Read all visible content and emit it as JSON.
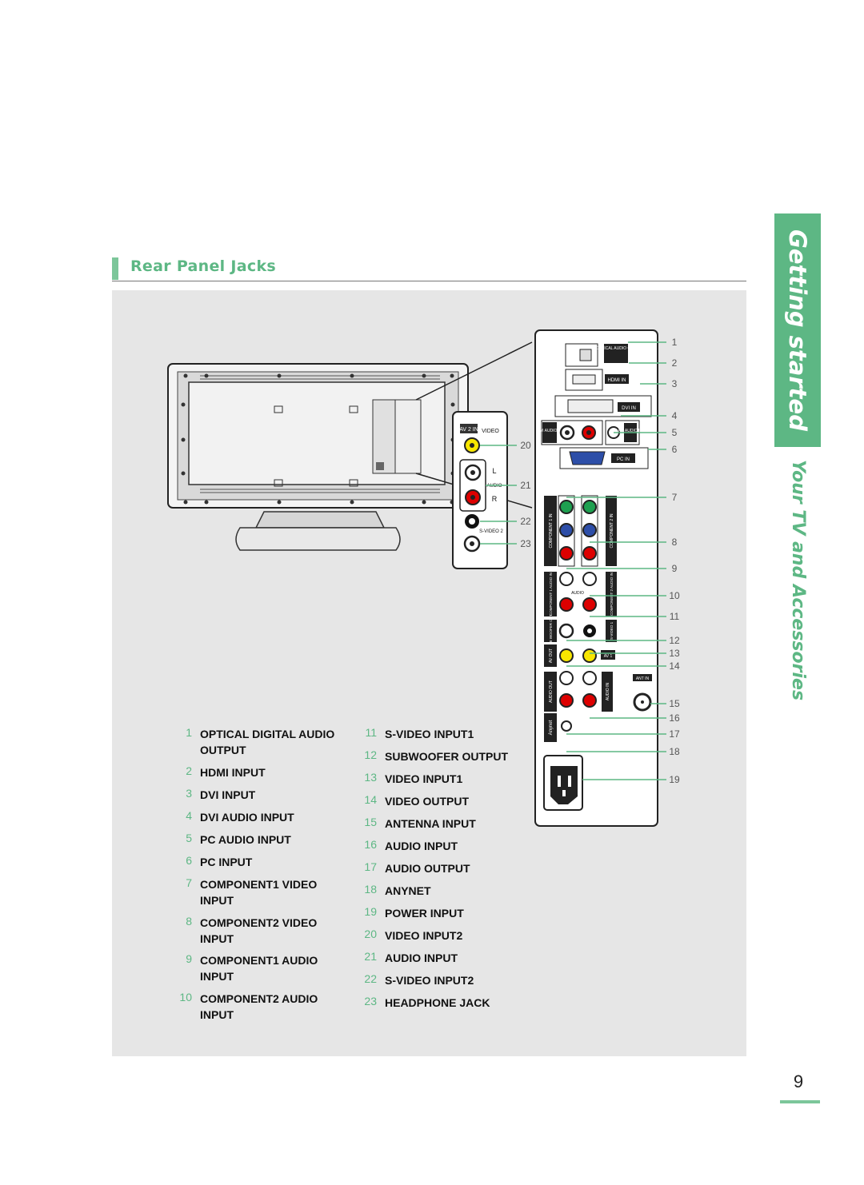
{
  "section_title": "Rear Panel Jacks",
  "side_tab": {
    "main": "Getting started",
    "sub": "Your TV and Accessories"
  },
  "page_number": "9",
  "legend_left": [
    {
      "n": "1",
      "label": "OPTICAL DIGITAL AUDIO OUTPUT"
    },
    {
      "n": "2",
      "label": "HDMI INPUT"
    },
    {
      "n": "3",
      "label": "DVI INPUT"
    },
    {
      "n": "4",
      "label": "DVI AUDIO INPUT"
    },
    {
      "n": "5",
      "label": "PC AUDIO INPUT"
    },
    {
      "n": "6",
      "label": "PC INPUT"
    },
    {
      "n": "7",
      "label": "COMPONENT1 VIDEO INPUT"
    },
    {
      "n": "8",
      "label": "COMPONENT2 VIDEO INPUT"
    },
    {
      "n": "9",
      "label": "COMPONENT1 AUDIO INPUT"
    },
    {
      "n": "10",
      "label": "COMPONENT2 AUDIO INPUT"
    }
  ],
  "legend_right": [
    {
      "n": "11",
      "label": "S-VIDEO INPUT1"
    },
    {
      "n": "12",
      "label": "SUBWOOFER OUTPUT"
    },
    {
      "n": "13",
      "label": "VIDEO INPUT1"
    },
    {
      "n": "14",
      "label": "VIDEO OUTPUT"
    },
    {
      "n": "15",
      "label": "ANTENNA INPUT"
    },
    {
      "n": "16",
      "label": "AUDIO INPUT"
    },
    {
      "n": "17",
      "label": "AUDIO OUTPUT"
    },
    {
      "n": "18",
      "label": "ANYNET"
    },
    {
      "n": "19",
      "label": "POWER INPUT"
    },
    {
      "n": "20",
      "label": "VIDEO INPUT2"
    },
    {
      "n": "21",
      "label": "AUDIO INPUT"
    },
    {
      "n": "22",
      "label": "S-VIDEO INPUT2"
    },
    {
      "n": "23",
      "label": "HEADPHONE JACK"
    }
  ],
  "panel_labels": {
    "optical": "OPTICAL AUDIO OUT",
    "hdmi": "HDMI IN",
    "dvi": "DVI IN",
    "dvi_audio": "DVI AUDIO IN",
    "pc_audio": "PC AUDIO IN",
    "pc_in": "PC IN",
    "component1": "COMPONENT 1 IN",
    "component2": "COMPONENT 2 IN",
    "component1_audio": "COMPONENT 1 AUDIO IN",
    "component2_audio": "COMPONENT 2 AUDIO IN",
    "audio": "AUDIO",
    "subwoofer": "SUB WOOFER OUT",
    "svideo1": "S-VIDEO 1",
    "av_out": "AV OUT",
    "av1": "AV 1",
    "ant_in": "ANT IN",
    "audio_out": "AUDIO OUT",
    "audio_in": "AUDIO IN",
    "anynet": "Anynet",
    "av2_in": "AV 2 IN",
    "video": "VIDEO",
    "audio_side": "AUDIO",
    "svideo2": "S-VIDEO 2",
    "l": "L",
    "r": "R"
  },
  "callouts": [
    "1",
    "2",
    "3",
    "4",
    "5",
    "6",
    "7",
    "8",
    "9",
    "10",
    "11",
    "12",
    "13",
    "14",
    "15",
    "16",
    "17",
    "18",
    "19",
    "20",
    "21",
    "22",
    "23"
  ]
}
